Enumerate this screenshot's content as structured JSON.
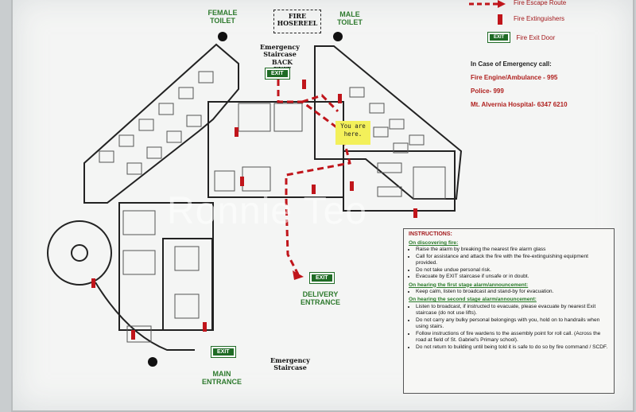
{
  "map": {
    "female_toilet": "FEMALE TOILET",
    "male_toilet": "MALE TOILET",
    "fire_hosereel": "FIRE HOSEREEL",
    "emergency_staircase_top": "Emergency Staircase",
    "back_exit": "BACK EXIT",
    "you_are_here": "You are here.",
    "delivery_entrance": "DELIVERY ENTRANCE",
    "main_entrance": "MAIN ENTRANCE",
    "emergency_staircase_bottom": "Emergency Staircase",
    "exit_sign": "EXIT",
    "watermark": "Ronnie Teo"
  },
  "legend": {
    "items": [
      {
        "label": "Fire Escape Route",
        "icon": "dashed-red-arrow-icon"
      },
      {
        "label": "Fire Extinguishers",
        "icon": "fire-extinguisher-icon"
      },
      {
        "label": "Fire Exit Door",
        "icon": "exit-sign-icon"
      }
    ]
  },
  "emergency": {
    "heading": "In Case of Emergency call:",
    "fire_ambulance": "Fire Engine/Ambulance - 995",
    "police": "Police- 999",
    "hospital": "Mt. Alvernia Hospital- 6347 6210"
  },
  "instructions": {
    "title": "INSTRUCTIONS:",
    "section1_heading": "On discovering fire:",
    "section1_items": [
      "Raise the alarm by breaking the nearest fire alarm glass",
      "Call for assistance and attack the fire with the fire-extinguishing equipment provided.",
      "Do not take undue personal risk.",
      "Evacuate by EXIT staircase if unsafe or in doubt."
    ],
    "section2_heading": "On hearing the first stage alarm/announcement:",
    "section2_items": [
      "Keep calm, listen to broadcast and stand-by for evacuation."
    ],
    "section3_heading": "On hearing the second stage alarm/announcement:",
    "section3_items": [
      "Listen to broadcast, if instructed to evacuate, please evacuate by nearest Exit staircase (do not use lifts).",
      "Do not carry any bulky personal belongings with you, hold on to handrails when using stairs.",
      "Follow instructions of fire wardens to the assembly point for roll call. (Across the road at field of St. Gabriel's Primary school).",
      "Do not return to building until being told it is safe to do so by fire command / SCDF."
    ]
  },
  "colors": {
    "route": "#c0151b",
    "exit_green": "#1f6b25",
    "label_green": "#2e7a2e",
    "here_yellow": "#f3f05a"
  }
}
